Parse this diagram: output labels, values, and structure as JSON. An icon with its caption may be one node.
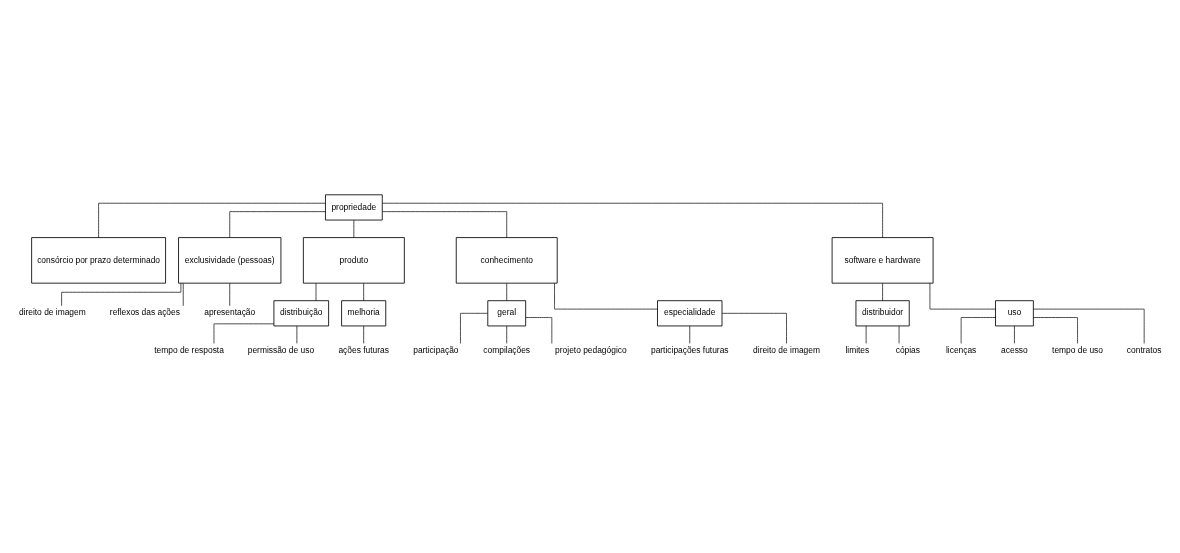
{
  "diagram": {
    "nodes": [
      {
        "text": [
          "propriedade"
        ]
      },
      {
        "text": [
          "consórcio por prazo determinado"
        ]
      },
      {
        "text": [
          "exclusividade (pessoas)"
        ]
      },
      {
        "text": [
          "produto"
        ]
      },
      {
        "text": [
          "conhecimento"
        ]
      },
      {
        "text": [
          "software e hardware"
        ]
      },
      {
        "text": [
          "direito de imagem"
        ]
      },
      {
        "text": [
          "reflexos das ações"
        ]
      },
      {
        "text": [
          "apresentação"
        ]
      },
      {
        "text": [
          "distribuição"
        ]
      },
      {
        "text": [
          "melhoria"
        ]
      },
      {
        "text": [
          "tempo de resposta"
        ]
      },
      {
        "text": [
          "permissão de uso"
        ]
      },
      {
        "text": [
          "ações futuras"
        ]
      },
      {
        "text": [
          "geral"
        ]
      },
      {
        "text": [
          "especialidade"
        ]
      },
      {
        "text": [
          "participação"
        ]
      },
      {
        "text": [
          "compilações"
        ]
      },
      {
        "text": [
          "projeto pedagógico"
        ]
      },
      {
        "text": [
          "participações futuras"
        ]
      },
      {
        "text": [
          "direito de imagem"
        ]
      },
      {
        "text": [
          "distribuidor"
        ]
      },
      {
        "text": [
          "uso"
        ]
      },
      {
        "text": [
          "limites"
        ]
      },
      {
        "text": [
          "cópias"
        ]
      },
      {
        "text": [
          "licenças"
        ]
      },
      {
        "text": [
          "acesso"
        ]
      },
      {
        "text": [
          "tempo de uso"
        ]
      },
      {
        "text": [
          "contratos"
        ]
      }
    ],
    "edges": [
      {
        "from": 0,
        "to": 1,
        "arrow": "none"
      },
      {
        "from": 0,
        "to": 2,
        "arrow": "none"
      },
      {
        "from": 0,
        "to": 3,
        "arrow": "none"
      },
      {
        "from": 0,
        "to": 4,
        "arrow": "none"
      },
      {
        "from": 0,
        "to": 5,
        "arrow": "none"
      },
      {
        "from": 2,
        "to": 6,
        "arrow": "none"
      },
      {
        "from": 2,
        "to": 7,
        "arrow": "none"
      },
      {
        "from": 2,
        "to": 8,
        "arrow": "none"
      },
      {
        "from": 3,
        "to": 9,
        "arrow": "none"
      },
      {
        "from": 3,
        "to": 10,
        "arrow": "none"
      },
      {
        "from": 9,
        "to": 11,
        "arrow": "none"
      },
      {
        "from": 9,
        "to": 12,
        "arrow": "none"
      },
      {
        "from": 10,
        "to": 13,
        "arrow": "none"
      },
      {
        "from": 4,
        "to": 14,
        "arrow": "none"
      },
      {
        "from": 4,
        "to": 15,
        "arrow": "none"
      },
      {
        "from": 14,
        "to": 16,
        "arrow": "none"
      },
      {
        "from": 14,
        "to": 17,
        "arrow": "none"
      },
      {
        "from": 14,
        "to": 18,
        "arrow": "none"
      },
      {
        "from": 15,
        "to": 19,
        "arrow": "none"
      },
      {
        "from": 15,
        "to": 20,
        "arrow": "none"
      },
      {
        "from": 5,
        "to": 21,
        "arrow": "none"
      },
      {
        "from": 5,
        "to": 22,
        "arrow": "none"
      },
      {
        "from": 21,
        "to": 23,
        "arrow": "none"
      },
      {
        "from": 21,
        "to": 24,
        "arrow": "none"
      },
      {
        "from": 22,
        "to": 25,
        "arrow": "none"
      },
      {
        "from": 22,
        "to": 26,
        "arrow": "none"
      },
      {
        "from": 22,
        "to": 27,
        "arrow": "none"
      },
      {
        "from": 22,
        "to": 28,
        "arrow": "none"
      }
    ]
  }
}
